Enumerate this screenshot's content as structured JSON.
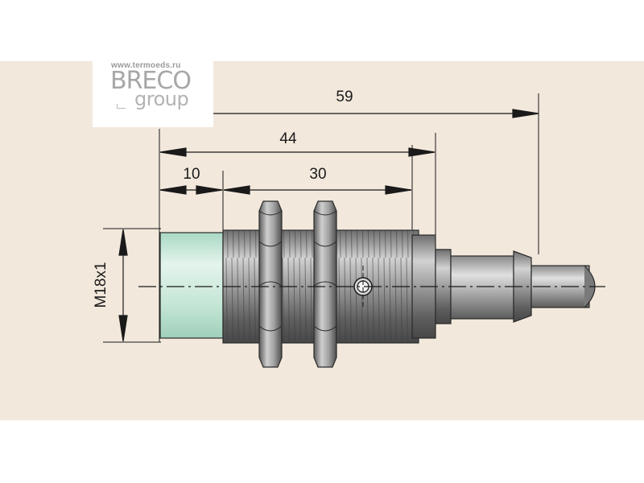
{
  "logo": {
    "url": "www.termoeds.ru",
    "brand": "BRECO",
    "sub": "group"
  },
  "dimensions": {
    "overall": "59",
    "body": "44",
    "thread": "30",
    "sensing_face": "10",
    "thread_size": "M18x1"
  },
  "colors": {
    "background_band": "#f2e8dc",
    "sensing_face": "#cfe9dd",
    "metal": "#9a9a9a",
    "lines": "#1a1a1a"
  }
}
